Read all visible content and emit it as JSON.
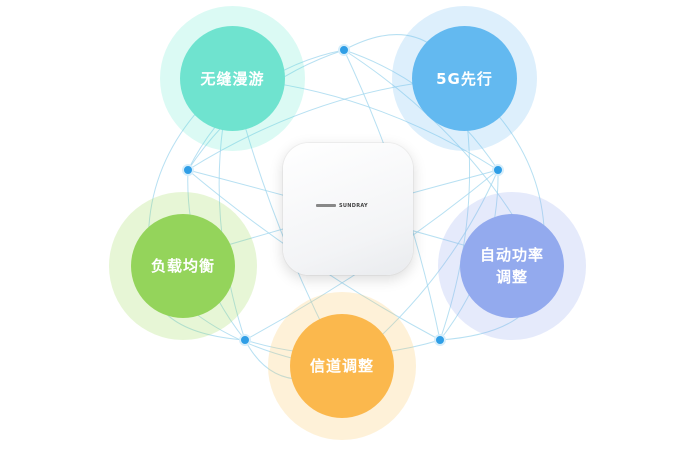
{
  "diagram": {
    "features": [
      {
        "label_lines": [
          "无缝漫游"
        ],
        "color": "#6fe3cf"
      },
      {
        "label_lines": [
          "5G先行"
        ],
        "color": "#63b9f0"
      },
      {
        "label_lines": [
          "负载均衡"
        ],
        "color": "#94d45b"
      },
      {
        "label_lines": [
          "自动功率",
          "调整"
        ],
        "color": "#93aaee"
      },
      {
        "label_lines": [
          "信道调整"
        ],
        "color": "#fbb84d"
      }
    ],
    "device": {
      "brand": "SUNDRAY"
    },
    "network_color": "#9fd6ee",
    "node_color": "#2f9ee6"
  }
}
